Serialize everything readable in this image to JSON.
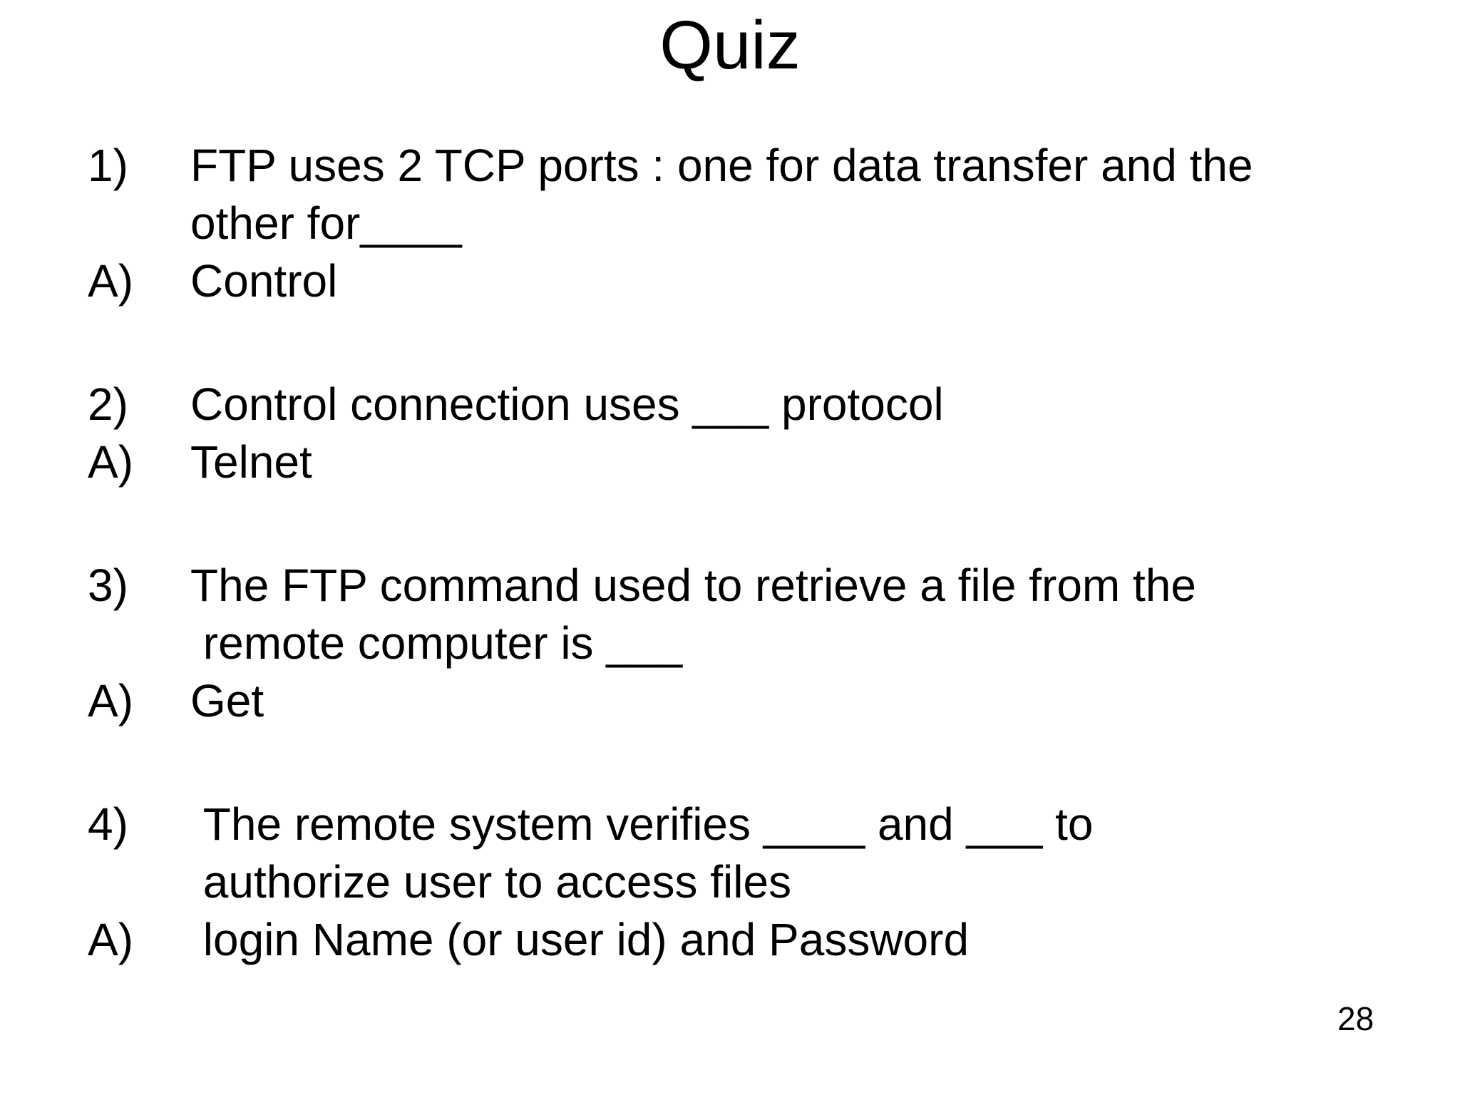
{
  "slide": {
    "title": "Quiz",
    "page_number": "28",
    "rows": [
      {
        "label": "1)",
        "text": "FTP uses 2 TCP ports : one for data transfer and the"
      },
      {
        "label": "",
        "text": "other for____"
      },
      {
        "label": "A)",
        "text": "Control"
      },
      {
        "label": "2)",
        "text": "Control connection uses ___ protocol"
      },
      {
        "label": "A)",
        "text": "Telnet"
      },
      {
        "label": "3)",
        "text": "The FTP command used to retrieve a file from the"
      },
      {
        "label": "",
        "text": " remote computer is ___"
      },
      {
        "label": "A)",
        "text": "Get"
      },
      {
        "label": "4)",
        "text": " The remote system verifies ____ and ___ to"
      },
      {
        "label": "",
        "text": " authorize user to access files"
      },
      {
        "label": "A)",
        "text": " login Name (or user id) and Password"
      }
    ]
  }
}
